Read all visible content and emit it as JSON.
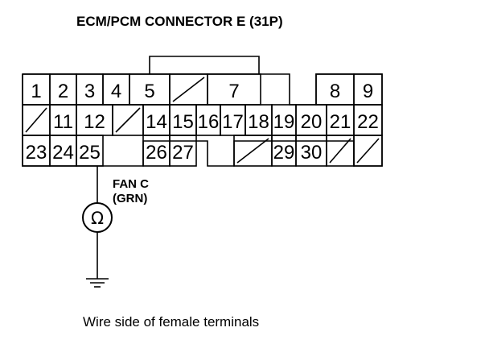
{
  "title": "ECM/PCM CONNECTOR E (31P)",
  "connector": {
    "cells": [
      {
        "label": "1"
      },
      {
        "label": "2"
      },
      {
        "label": "3"
      },
      {
        "label": "4"
      },
      {
        "label": "5"
      },
      {
        "label": ""
      },
      {
        "label": "7"
      },
      {
        "label": "8"
      },
      {
        "label": "9"
      },
      {
        "label": ""
      },
      {
        "label": "11"
      },
      {
        "label": "12"
      },
      {
        "label": ""
      },
      {
        "label": "14"
      },
      {
        "label": "15"
      },
      {
        "label": "16"
      },
      {
        "label": "17"
      },
      {
        "label": "18"
      },
      {
        "label": "19"
      },
      {
        "label": "20"
      },
      {
        "label": "21"
      },
      {
        "label": "22"
      },
      {
        "label": "23"
      },
      {
        "label": "24"
      },
      {
        "label": "25"
      },
      {
        "label": "26"
      },
      {
        "label": "27"
      },
      {
        "label": ""
      },
      {
        "label": "29"
      },
      {
        "label": "30"
      },
      {
        "label": ""
      }
    ]
  },
  "wire": {
    "name": "FAN C",
    "color_code": "(GRN)"
  },
  "meter": {
    "symbol": "Ω",
    "icon": "ohmmeter-icon"
  },
  "ground": {
    "icon": "ground-icon"
  },
  "caption": "Wire side of female terminals"
}
